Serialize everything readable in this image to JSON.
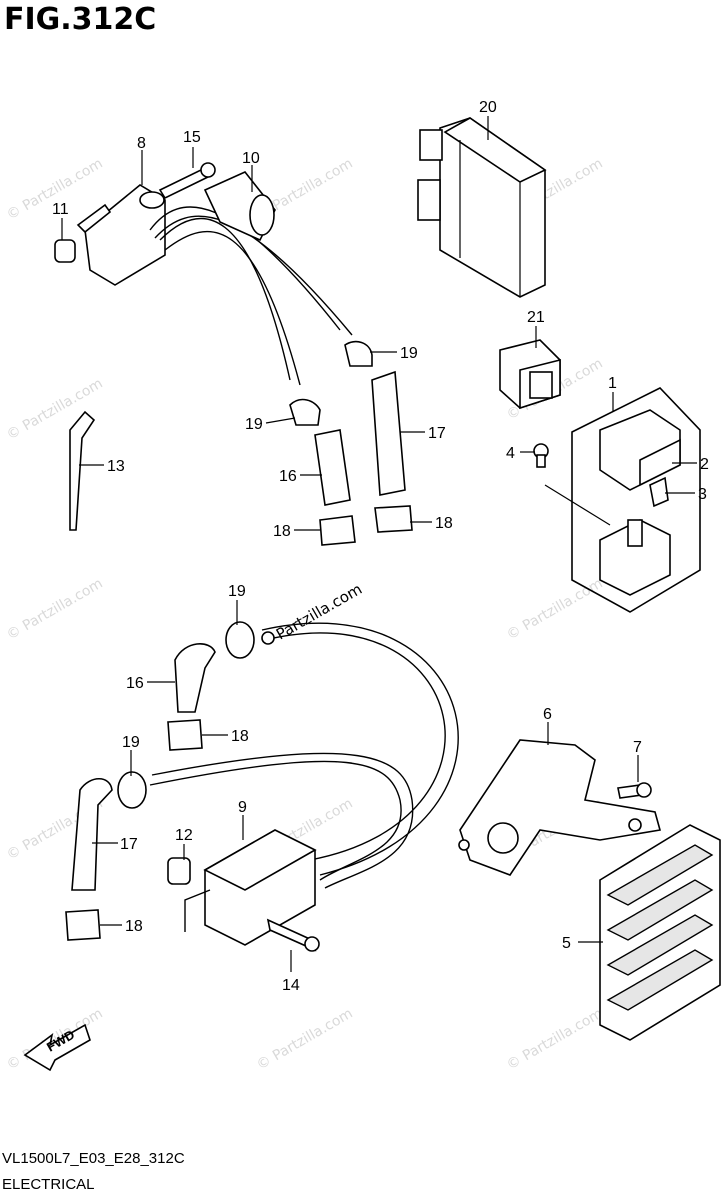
{
  "figure": {
    "title": "FIG.312C",
    "model_code": "VL1500L7_E03_E28_312C",
    "section_name": "ELECTRICAL"
  },
  "watermark": {
    "text": "© Partzilla.com",
    "feature_text": "Partzilla.com"
  },
  "direction_arrow": {
    "text": "FWD"
  },
  "callouts": {
    "c1": "1",
    "c2": "2",
    "c3": "3",
    "c4": "4",
    "c5": "5",
    "c6": "6",
    "c7": "7",
    "c8": "8",
    "c9": "9",
    "c10": "10",
    "c11": "11",
    "c12": "12",
    "c13": "13",
    "c14": "14",
    "c15": "15",
    "c16a": "16",
    "c16b": "16",
    "c17a": "17",
    "c17b": "17",
    "c18a": "18",
    "c18b": "18",
    "c18c": "18",
    "c18d": "18",
    "c19a": "19",
    "c19b": "19",
    "c19c": "19",
    "c19d": "19",
    "c20": "20",
    "c21": "21"
  }
}
